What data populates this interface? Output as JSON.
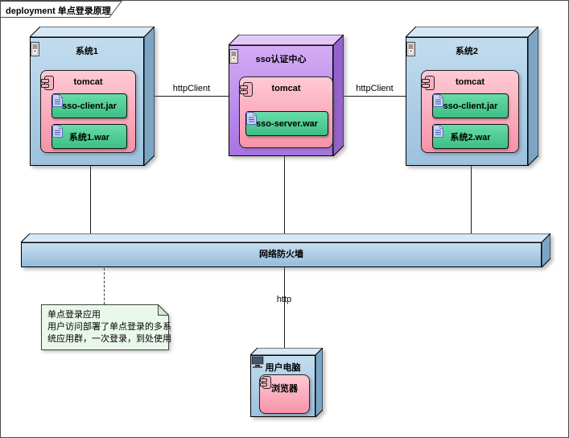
{
  "frame": {
    "title": "deployment 单点登录原理"
  },
  "nodes": {
    "system1": {
      "title": "系统1",
      "server": "tomcat",
      "artifacts": [
        "sso-client.jar",
        "系统1.war"
      ]
    },
    "sso_center": {
      "title": "sso认证中心",
      "server": "tomcat",
      "artifacts": [
        "sso-server.war"
      ]
    },
    "system2": {
      "title": "系统2",
      "server": "tomcat",
      "artifacts": [
        "sso-client.jar",
        "系统2.war"
      ]
    },
    "firewall": {
      "title": "网络防火墙"
    },
    "user_pc": {
      "title": "用户电脑",
      "component": "浏览器"
    }
  },
  "connectors": {
    "httpclient_left": "httpClient",
    "httpclient_right": "httpClient",
    "http_bottom": "http"
  },
  "note": {
    "lines": [
      "单点登录应用",
      "用户访问部署了单点登录的多系",
      "统应用群，一次登录，到处使用"
    ]
  },
  "colors": {
    "node_blue": "#A4C7E2",
    "node_purple": "#B583E8",
    "component_pink": "#F9A3B7",
    "artifact_green": "#49CA91",
    "note_green": "#EAF8EB",
    "firewall_blue": "#AFCFE6"
  }
}
